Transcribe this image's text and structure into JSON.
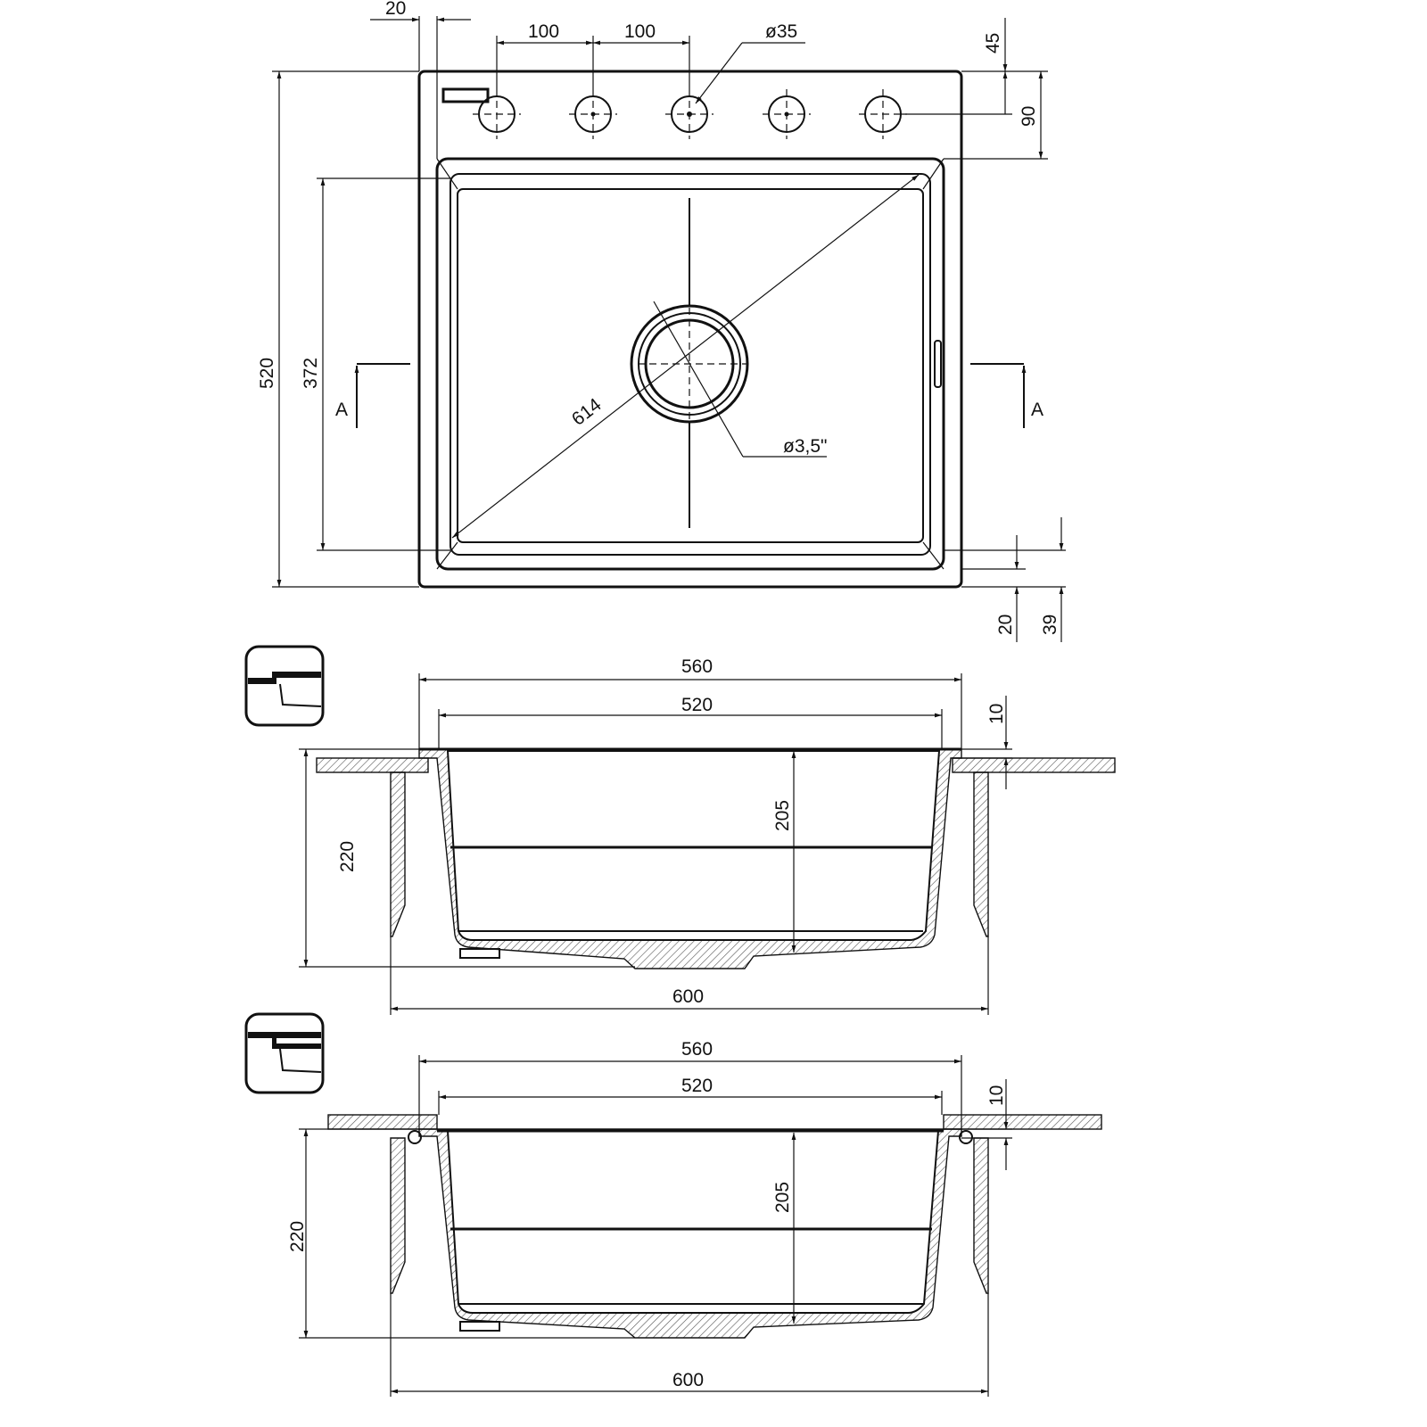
{
  "top_view": {
    "dim_flange_offset": "20",
    "dim_tap_spacing_1": "100",
    "dim_tap_spacing_2": "100",
    "dim_tap_hole": "ø35",
    "dim_tap_edge": "45",
    "dim_tap_to_bowl": "90",
    "dim_overall_depth": "520",
    "dim_bowl_depth": "372",
    "dim_diagonal": "614",
    "dim_drain": "ø3,5\"",
    "dim_front_rim": "20",
    "dim_front_bowl": "39",
    "section_mark_left": "A",
    "section_mark_right": "A"
  },
  "section_1": {
    "dim_outer_width": "560",
    "dim_inner_width": "520",
    "dim_rim_height": "10",
    "dim_bowl_depth": "205",
    "dim_total_depth": "220",
    "dim_cabinet_width": "600"
  },
  "section_2": {
    "dim_outer_width": "560",
    "dim_inner_width": "520",
    "dim_rim_height": "10",
    "dim_bowl_depth": "205",
    "dim_total_depth": "220",
    "dim_cabinet_width": "600"
  }
}
